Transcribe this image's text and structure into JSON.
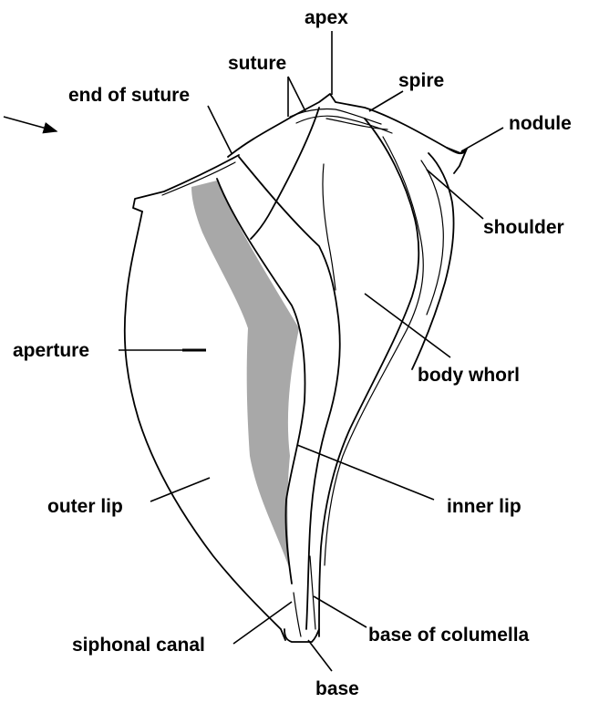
{
  "labels": {
    "apex": "apex",
    "suture": "suture",
    "spire": "spire",
    "end_of_suture": "end of suture",
    "nodule": "nodule",
    "shoulder": "shoulder",
    "aperture": "aperture",
    "body_whorl": "body whorl",
    "outer_lip": "outer lip",
    "inner_lip": "inner lip",
    "siphonal_canal": "siphonal canal",
    "base_of_columella": "base of columella",
    "base": "base"
  },
  "colors": {
    "ink": "#000000",
    "columella_shading": "#a8a8a8",
    "background": "#ffffff"
  }
}
